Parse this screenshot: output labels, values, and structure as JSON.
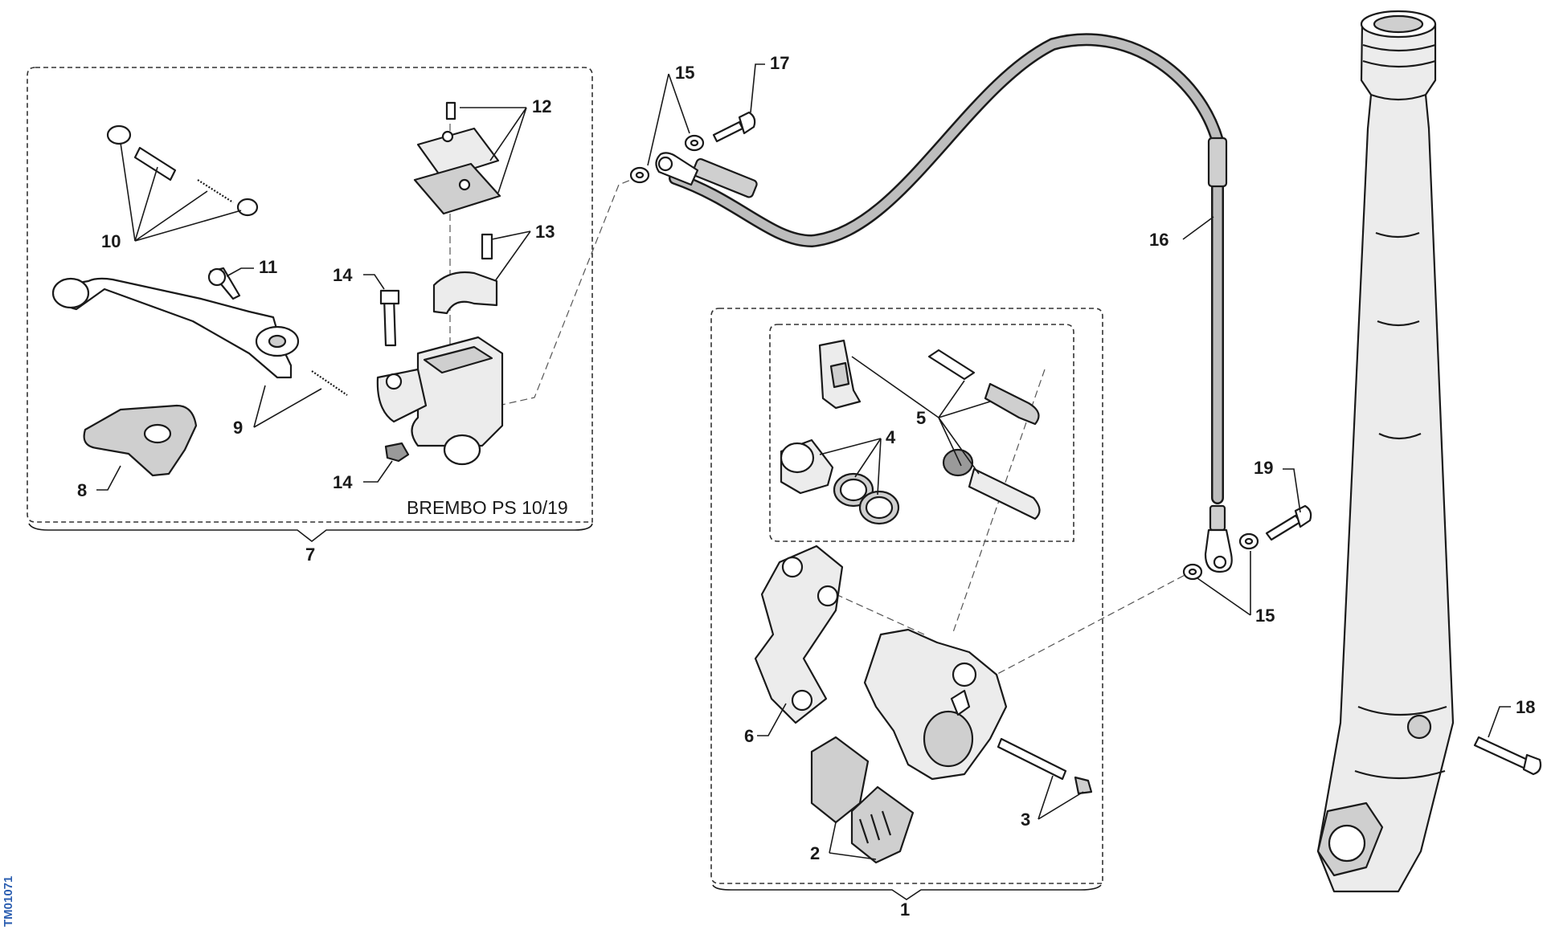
{
  "diagram": {
    "caption": "BREMBO PS 10/19",
    "doc_id": "TM01071",
    "callouts": {
      "c1": "1",
      "c2": "2",
      "c3": "3",
      "c4": "4",
      "c5": "5",
      "c6": "6",
      "c7": "7",
      "c8": "8",
      "c9": "9",
      "c10": "10",
      "c11": "11",
      "c12": "12",
      "c13": "13",
      "c14a": "14",
      "c14b": "14",
      "c15a": "15",
      "c15b": "15",
      "c16": "16",
      "c17": "17",
      "c18": "18",
      "c19": "19"
    }
  }
}
